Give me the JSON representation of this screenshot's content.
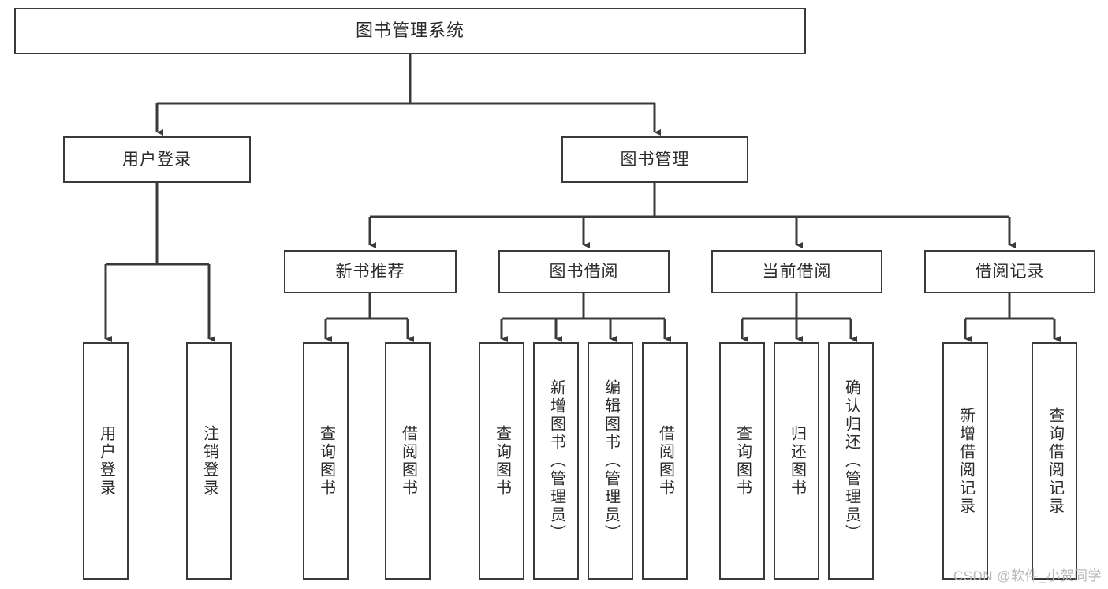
{
  "diagram": {
    "title": "图书管理系统",
    "type": "tree-hierarchy-diagram",
    "root": {
      "id": "root",
      "label": "图书管理系统"
    },
    "level2": [
      {
        "id": "user-login",
        "label": "用户登录"
      },
      {
        "id": "book-manage",
        "label": "图书管理"
      }
    ],
    "level3": [
      {
        "id": "new-book-recommend",
        "label": "新书推荐",
        "parent": "book-manage"
      },
      {
        "id": "book-borrow",
        "label": "图书借阅",
        "parent": "book-manage"
      },
      {
        "id": "current-borrow",
        "label": "当前借阅",
        "parent": "book-manage"
      },
      {
        "id": "borrow-record",
        "label": "借阅记录",
        "parent": "book-manage"
      }
    ],
    "leaves": [
      {
        "id": "leaf-user-login",
        "label": "用户登录",
        "parent": "user-login"
      },
      {
        "id": "leaf-logout-login",
        "label": "注销登录",
        "parent": "user-login"
      },
      {
        "id": "leaf-query-book-1",
        "label": "查询图书",
        "parent": "new-book-recommend"
      },
      {
        "id": "leaf-borrow-book-1",
        "label": "借阅图书",
        "parent": "new-book-recommend"
      },
      {
        "id": "leaf-query-book-2",
        "label": "查询图书",
        "parent": "book-borrow"
      },
      {
        "id": "leaf-add-book",
        "label": "新增图书（管理员）",
        "parent": "book-borrow"
      },
      {
        "id": "leaf-edit-book",
        "label": "编辑图书（管理员）",
        "parent": "book-borrow"
      },
      {
        "id": "leaf-borrow-book-2",
        "label": "借阅图书",
        "parent": "book-borrow"
      },
      {
        "id": "leaf-query-book-3",
        "label": "查询图书",
        "parent": "current-borrow"
      },
      {
        "id": "leaf-return-book",
        "label": "归还图书",
        "parent": "current-borrow"
      },
      {
        "id": "leaf-confirm-return",
        "label": "确认归还（管理员）",
        "parent": "current-borrow"
      },
      {
        "id": "leaf-add-record",
        "label": "新增借阅记录",
        "parent": "borrow-record"
      },
      {
        "id": "leaf-query-record",
        "label": "查询借阅记录",
        "parent": "borrow-record"
      }
    ],
    "watermark": "CSDN @软件_小贺同学",
    "colors": {
      "stroke": "#3a3a3a",
      "text": "#2b2b2b",
      "background": "#ffffff",
      "watermark": "#b9b9b9"
    }
  }
}
